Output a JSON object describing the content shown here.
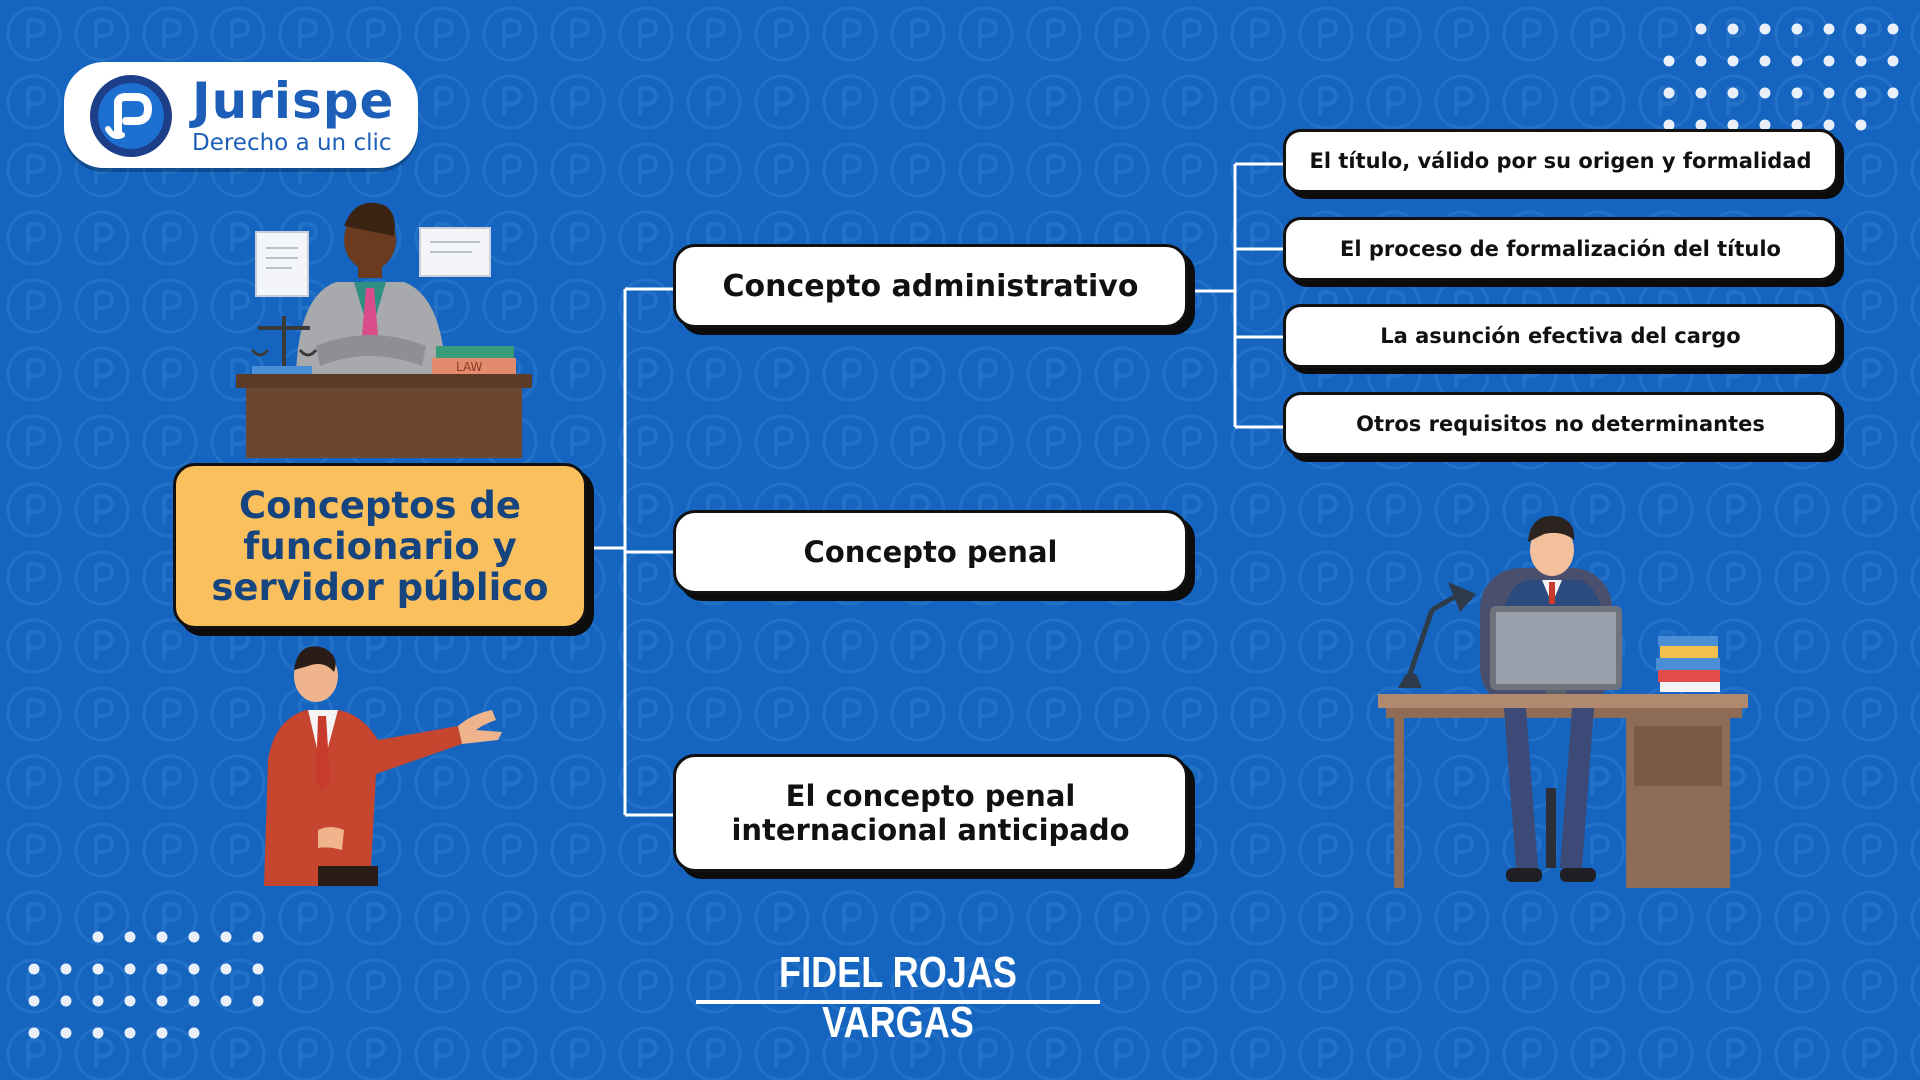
{
  "brand": {
    "name": "Jurispe",
    "tagline": "Derecho a un clic",
    "colors": {
      "background": "#1565c0",
      "brand_blue": "#1d5fb8",
      "root_fill": "#fbc05e",
      "root_text": "#16447f"
    }
  },
  "diagram": {
    "root": "Conceptos de funcionario y servidor público",
    "branches": [
      {
        "label": "Concepto administrativo",
        "children": [
          "El título, válido por su origen y formalidad",
          "El proceso de formalización del título",
          "La asunción efectiva del cargo",
          "Otros requisitos no determinantes"
        ]
      },
      {
        "label": "Concepto penal",
        "children": []
      },
      {
        "label": "El concepto penal internacional anticipado",
        "children": []
      }
    ]
  },
  "author": "FIDEL ROJAS VARGAS",
  "illustrations": {
    "top_left": "lawyer-at-desk-illustration",
    "bottom_left": "presenting-man-illustration",
    "right": "office-worker-at-computer-illustration",
    "book_label": "LAW"
  }
}
